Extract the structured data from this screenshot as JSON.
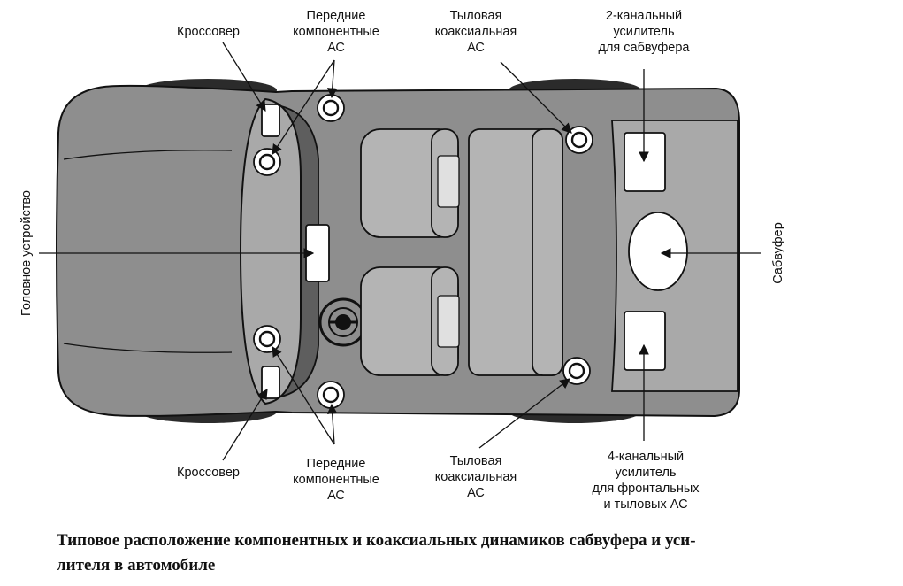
{
  "labels": {
    "crossover_top": "Кроссовер",
    "front_component_top": [
      "Передние",
      "компонентные",
      "АС"
    ],
    "rear_coax_top": [
      "Тыловая",
      "коаксиальная",
      "АС"
    ],
    "amp_2ch": [
      "2-канальный",
      "усилитель",
      "для сабвуфера"
    ],
    "head_unit": "Головное устройство",
    "subwoofer": "Сабвуфер",
    "crossover_bottom": "Кроссовер",
    "front_component_bottom": [
      "Передние",
      "компонентные",
      "АС"
    ],
    "rear_coax_bottom": [
      "Тыловая",
      "коаксиальная",
      "АС"
    ],
    "amp_4ch": [
      "4-канальный",
      "усилитель",
      "для фронтальных",
      "и тыловых АС"
    ]
  },
  "caption": [
    "Типовое расположение компонентных и коаксиальных динамиков сабвуфера и уси-",
    "лителя в автомобиле"
  ],
  "colors": {
    "body": "#8e8e8e",
    "windshield": "#a9a9a9",
    "dash_dark": "#5e5e5e",
    "seats": "#b4b4b4",
    "tires": "#2b2b2b",
    "component_white": "#ffffff",
    "outline": "#111111"
  }
}
